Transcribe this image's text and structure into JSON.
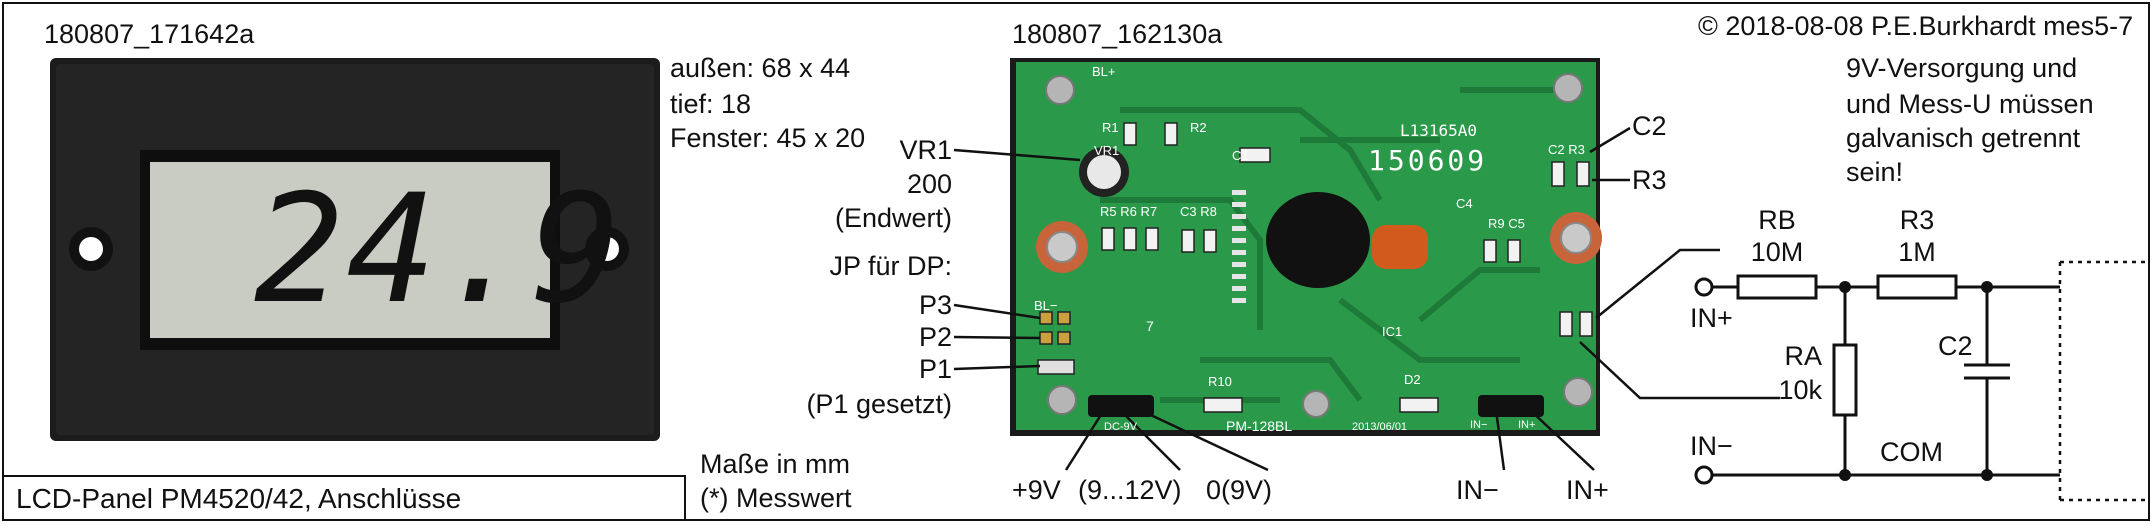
{
  "photos": {
    "left_id": "180807_171642a",
    "right_id": "180807_162130a"
  },
  "copyright": "© 2018-08-08 P.E.Burkhardt mes5-7",
  "dimensions": {
    "aussen": "außen: 68 x 44",
    "tief": "tief: 18",
    "fenster": "Fenster: 45 x 20"
  },
  "lcd_reading": "24.9",
  "caption": "LCD-Panel PM4520/42, Anschlüsse",
  "footnote": {
    "units": "Maße in mm",
    "measured": "(*) Messwert"
  },
  "pcb_labels": {
    "vr1": "VR1",
    "vr1_value": "200",
    "vr1_note": "(Endwert)",
    "jp_title": "JP für DP:",
    "p3": "P3",
    "p2": "P2",
    "p1": "P1",
    "p1_note": "(P1 gesetzt)",
    "c2": "C2",
    "r3": "R3",
    "plus9v": "+9V",
    "range": "(9...12V)",
    "zero": "0(9V)",
    "in_minus": "IN−",
    "in_plus": "IN+"
  },
  "pcb_silkscreen": {
    "bl_plus": "BL+",
    "bl_minus": "BL−",
    "vr1": "VR1",
    "r1": "R1",
    "r2": "R2",
    "c1": "C1",
    "chip_id": "L13165A0",
    "date_code": "150609",
    "r5r6r7": "R5 R6 R7",
    "c3r8": "C3 R8",
    "c4": "C4",
    "r9c5": "R9 C5",
    "c2r3": "C2 R3",
    "ic1": "IC1",
    "r10": "R10",
    "d2": "D2",
    "dc9v": "DC-9V",
    "model": "PM-128BL",
    "date": "2013/06/01",
    "in_minus": "IN−",
    "in_plus": "IN+",
    "seven": "7"
  },
  "note": [
    "9V-Versorgung und",
    "und Mess-U müssen",
    "galvanisch getrennt",
    "sein!"
  ],
  "schematic": {
    "rb": "RB",
    "rb_val": "10M",
    "r3": "R3",
    "r3_val": "1M",
    "ra": "RA",
    "ra_val": "10k",
    "c2": "C2",
    "in_plus": "IN+",
    "in_minus": "IN−",
    "com": "COM"
  },
  "colors": {
    "pcb": "#2a9a4a",
    "pcb_dark": "#1e7a38",
    "lcd": "#c9ccc2",
    "bezel": "#1c1c1c"
  }
}
